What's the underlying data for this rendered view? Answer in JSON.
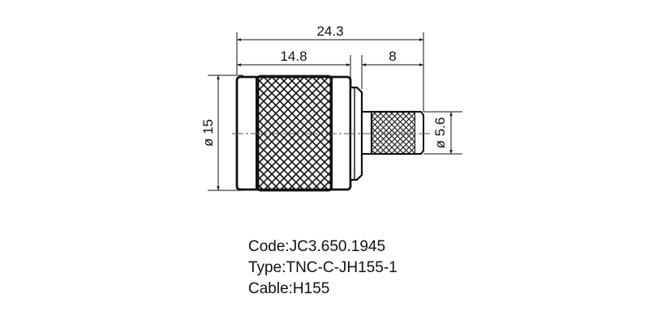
{
  "drawing": {
    "title": "TNC connector outline drawing",
    "dimensions": {
      "overall_length": "24.3",
      "body_length": "14.8",
      "crimp_length": "8",
      "body_diameter": "ø 15",
      "crimp_diameter": "ø 5.6"
    },
    "colors": {
      "line": "#111111",
      "background": "#ffffff"
    }
  },
  "specs": {
    "code": "Code:JC3.650.1945",
    "type": "Type:TNC-C-JH155-1",
    "cable": "Cable:H155"
  }
}
